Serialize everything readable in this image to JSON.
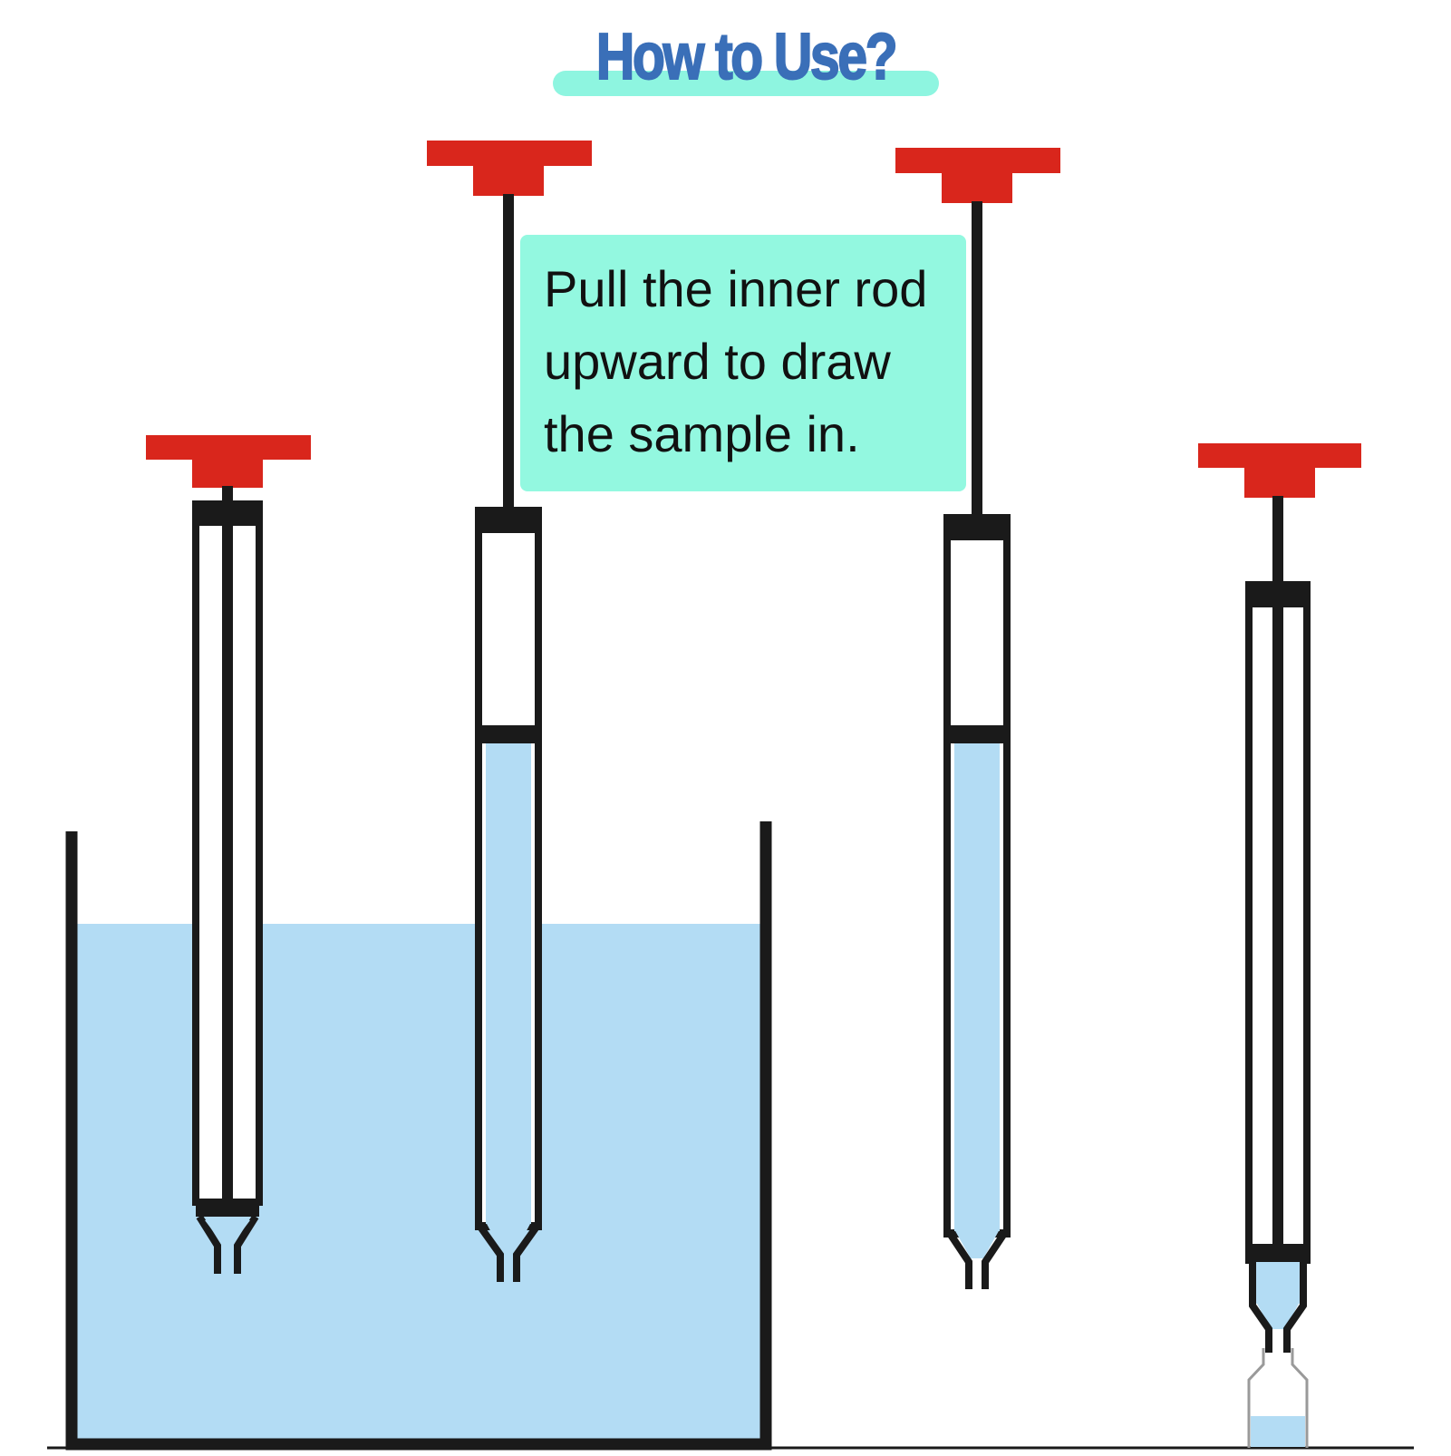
{
  "title": "How to Use?",
  "instruction": {
    "lines": [
      "Pull the inner rod",
      "upward to draw",
      "the sample in."
    ]
  },
  "colors": {
    "title_text": "#3a6fb8",
    "title_underline": "#8ef5e0",
    "callout_bg": "#93f8e0",
    "handle": "#d9261c",
    "liquid": "#b3dcf4",
    "outline": "#1a1a1a",
    "background": "#ffffff"
  },
  "diagram": {
    "steps": [
      {
        "state": "empty, lowered into liquid",
        "fill": 0
      },
      {
        "state": "rod pulled up, sample drawn in",
        "fill": 1
      },
      {
        "state": "lifted out of liquid, sample retained",
        "fill": 1
      },
      {
        "state": "rod pushed down, sample dispensed into vial",
        "fill": 0.1
      }
    ]
  }
}
